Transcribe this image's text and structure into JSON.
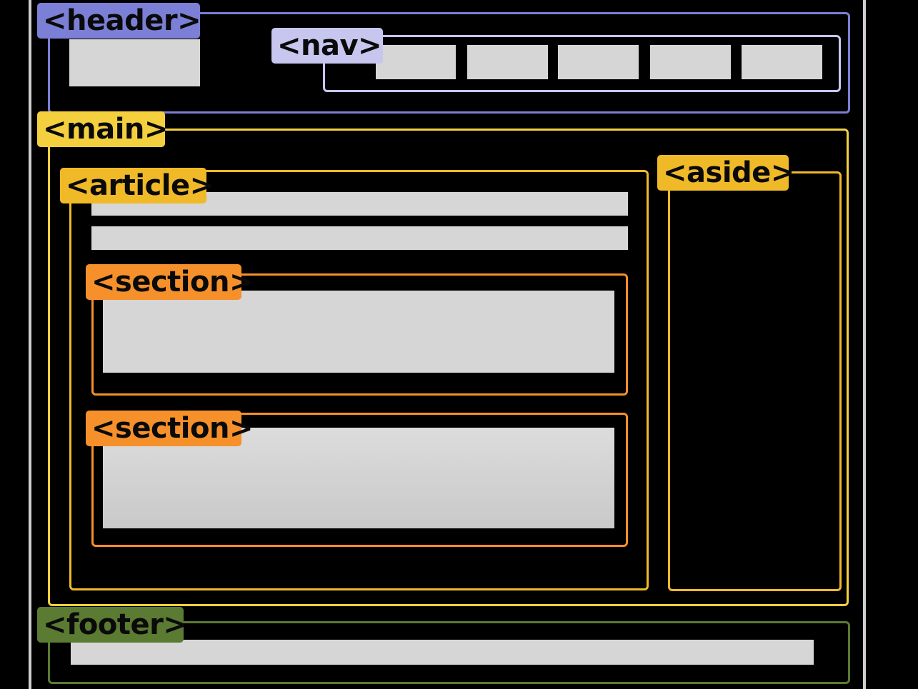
{
  "tags": {
    "header": "<header>",
    "nav": "<nav>",
    "main": "<main>",
    "article": "<article>",
    "aside": "<aside>",
    "section_1": "<section>",
    "section_2": "<section>",
    "footer": "<footer>"
  },
  "colors": {
    "background": "#000000",
    "page_edge": "#cfcfcf",
    "header": "#7b7fd6",
    "nav": "#c7c6ef",
    "main": "#f4d03f",
    "article": "#f0b928",
    "aside": "#f0b928",
    "section": "#f5902b",
    "footer": "#5b7a32",
    "placeholder": "#d6d6d6"
  }
}
